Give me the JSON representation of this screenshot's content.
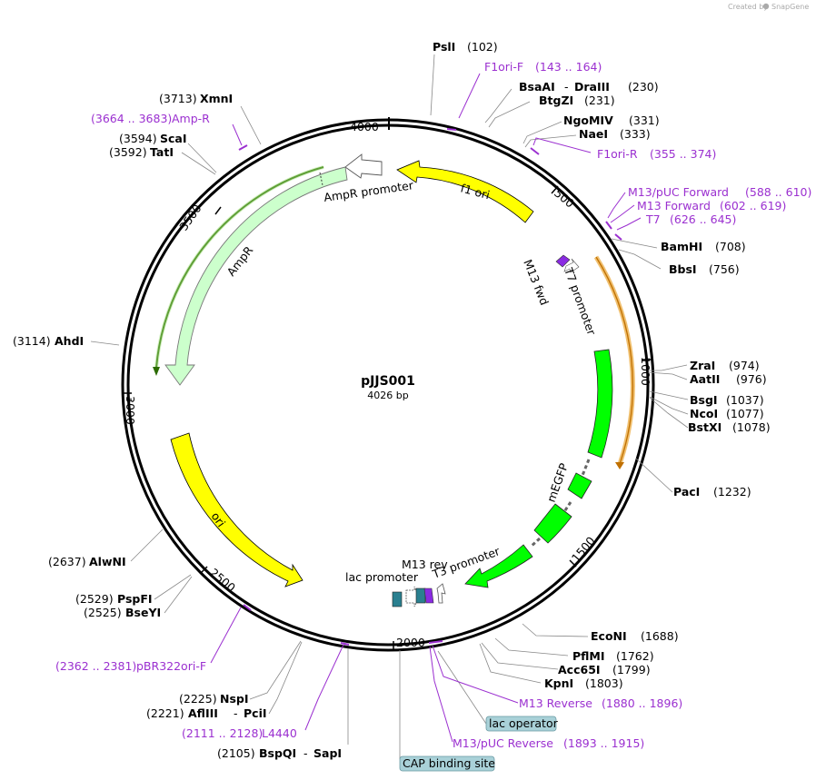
{
  "credit": {
    "text": "Created by",
    "brand": "SnapGene"
  },
  "plasmid": {
    "name": "pJJS001",
    "size": "4026 bp"
  },
  "ticks": [
    "4000",
    "500",
    "1000",
    "1500",
    "2000",
    "2500",
    "3000",
    "3500"
  ],
  "sites": [
    {
      "name": "PslI",
      "pos": "(102)"
    },
    {
      "name": "BsaAI",
      "sep": "-",
      "name2": "DraIII",
      "pos": "(230)"
    },
    {
      "name": "BtgZI",
      "pos": "(231)"
    },
    {
      "name": "NgoMIV",
      "pos": "(331)"
    },
    {
      "name": "NaeI",
      "pos": "(333)"
    },
    {
      "name": "BamHI",
      "pos": "(708)"
    },
    {
      "name": "BbsI",
      "pos": "(756)"
    },
    {
      "name": "ZraI",
      "pos": "(974)"
    },
    {
      "name": "AatII",
      "pos": "(976)"
    },
    {
      "name": "BsgI",
      "pos": "(1037)"
    },
    {
      "name": "NcoI",
      "pos": "(1077)"
    },
    {
      "name": "BstXI",
      "pos": "(1078)"
    },
    {
      "name": "PacI",
      "pos": "(1232)"
    },
    {
      "name": "EcoNI",
      "pos": "(1688)"
    },
    {
      "name": "PflMI",
      "pos": "(1762)"
    },
    {
      "name": "Acc65I",
      "pos": "(1799)"
    },
    {
      "name": "KpnI",
      "pos": "(1803)"
    },
    {
      "name": "XmnI",
      "pos": "(3713)"
    },
    {
      "name": "ScaI",
      "pos": "(3594)"
    },
    {
      "name": "TatI",
      "pos": "(3592)"
    },
    {
      "name": "AhdI",
      "pos": "(3114)"
    },
    {
      "name": "AlwNI",
      "pos": "(2637)"
    },
    {
      "name": "PspFI",
      "pos": "(2529)"
    },
    {
      "name": "BseYI",
      "pos": "(2525)"
    },
    {
      "name": "NspI",
      "pos": "(2225)"
    },
    {
      "name": "AflIII",
      "sep": "-",
      "name2": "PciI",
      "pos": "(2221)"
    },
    {
      "name": "BspQI",
      "sep": "-",
      "name2": "SapI",
      "pos": "(2105)"
    }
  ],
  "primers": [
    {
      "name": "F1ori-F",
      "range": "(143 .. 164)"
    },
    {
      "name": "F1ori-R",
      "range": "(355 .. 374)"
    },
    {
      "name": "M13/pUC Forward",
      "range": "(588 .. 610)"
    },
    {
      "name": "M13 Forward",
      "range": "(602 .. 619)"
    },
    {
      "name": "T7",
      "range": "(626 .. 645)"
    },
    {
      "name": "M13 Reverse",
      "range": "(1880 .. 1896)"
    },
    {
      "name": "M13/pUC Reverse",
      "range": "(1893 .. 1915)"
    },
    {
      "name": "Amp-R",
      "range": "(3664 .. 3683)"
    },
    {
      "name": "pBR322ori-F",
      "range": "(2362 .. 2381)"
    },
    {
      "name": "L4440",
      "range": "(2111 .. 2128)"
    }
  ],
  "features": {
    "f1_ori": "f1 ori",
    "ampr_promoter": "AmpR promoter",
    "ampr": "AmpR",
    "t7_promoter": "T7 promoter",
    "m13_fwd": "M13 fwd",
    "megfp": "mEGFP",
    "ori": "ori",
    "lac_promoter": "lac promoter",
    "m13_rev": "M13 rev",
    "t3_promoter": "T3 promoter"
  },
  "boxed": {
    "lac_operator": "lac operator",
    "cap_binding_site": "CAP binding site"
  },
  "colors": {
    "ori_yellow": "#ffff00",
    "ampr_green": "#ccffcc",
    "megfp_green": "#00ff00",
    "primer_purple": "#9b30d0",
    "box_fill": "#a9d1d8",
    "orf_orange": "#f0a040"
  }
}
